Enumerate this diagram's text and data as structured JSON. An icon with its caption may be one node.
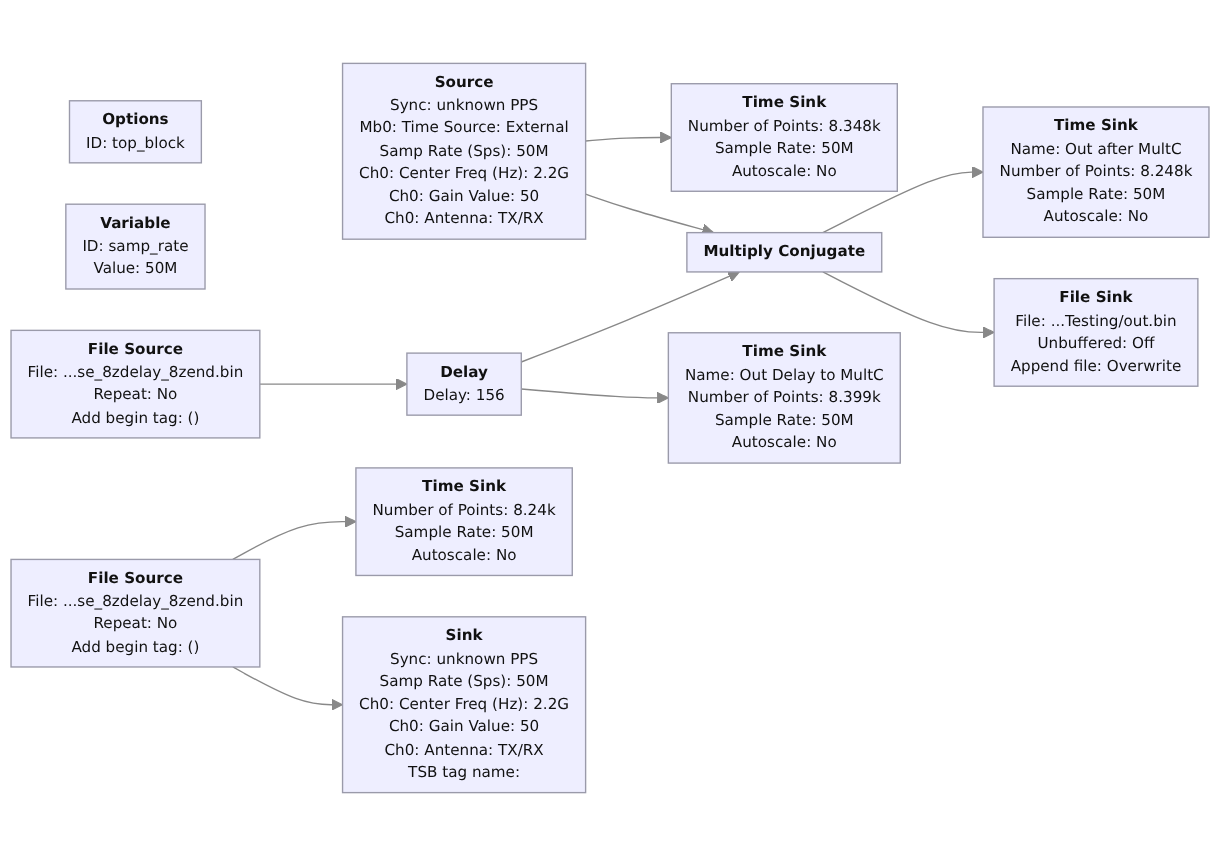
{
  "diagram": {
    "nodes": [
      {
        "text": [
          "Options",
          "ID: top_block"
        ]
      },
      {
        "text": [
          "Variable",
          "ID: samp_rate",
          "Value: 50M"
        ]
      },
      {
        "text": [
          "File Source",
          "File: ...se_8zdelay_8zend.bin",
          "Repeat: No",
          "Add begin tag: ()"
        ]
      },
      {
        "text": [
          "File Source",
          "File: ...se_8zdelay_8zend.bin",
          "Repeat: No",
          "Add begin tag: ()"
        ]
      },
      {
        "text": [
          "Source",
          "Sync: unknown PPS",
          "Mb0: Time Source: External",
          "Samp Rate (Sps): 50M",
          "Ch0: Center Freq (Hz): 2.2G",
          "Ch0: Gain Value: 50",
          "Ch0: Antenna: TX/RX"
        ]
      },
      {
        "text": [
          "Delay",
          "Delay: 156"
        ]
      },
      {
        "text": [
          "Multiply Conjugate"
        ]
      },
      {
        "text": [
          "Sink",
          "Sync: unknown PPS",
          "Samp Rate (Sps): 50M",
          "Ch0: Center Freq (Hz): 2.2G",
          "Ch0: Gain Value: 50",
          "Ch0: Antenna: TX/RX",
          "TSB tag name:"
        ]
      },
      {
        "text": [
          "Time Sink",
          "Number of Points: 8.24k",
          "Sample Rate: 50M",
          "Autoscale: No"
        ]
      },
      {
        "text": [
          "Time Sink",
          "Name: Out Delay to MultC",
          "Number of Points: 8.399k",
          "Sample Rate: 50M",
          "Autoscale: No"
        ]
      },
      {
        "text": [
          "File Sink",
          "File: ...Testing/out.bin",
          "Unbuffered: Off",
          "Append file: Overwrite"
        ]
      },
      {
        "text": [
          "Time Sink",
          "Name: Out after MultC",
          "Number of Points: 8.248k",
          "Sample Rate: 50M",
          "Autoscale: No"
        ]
      },
      {
        "text": [
          "Time Sink",
          "Number of Points: 8.348k",
          "Sample Rate: 50M",
          "Autoscale: No"
        ]
      }
    ],
    "edges": [
      {
        "from": 2,
        "to": 7,
        "arrow": "to"
      },
      {
        "from": 2,
        "to": 8,
        "arrow": "to"
      },
      {
        "from": 3,
        "to": 5,
        "arrow": "to"
      },
      {
        "from": 5,
        "to": 9,
        "arrow": "to"
      },
      {
        "from": 5,
        "to": 6,
        "arrow": "to"
      },
      {
        "from": 4,
        "to": 6,
        "arrow": "to"
      },
      {
        "from": 4,
        "to": 12,
        "arrow": "to"
      },
      {
        "from": 6,
        "to": 10,
        "arrow": "to"
      },
      {
        "from": 6,
        "to": 11,
        "arrow": "to"
      }
    ]
  }
}
